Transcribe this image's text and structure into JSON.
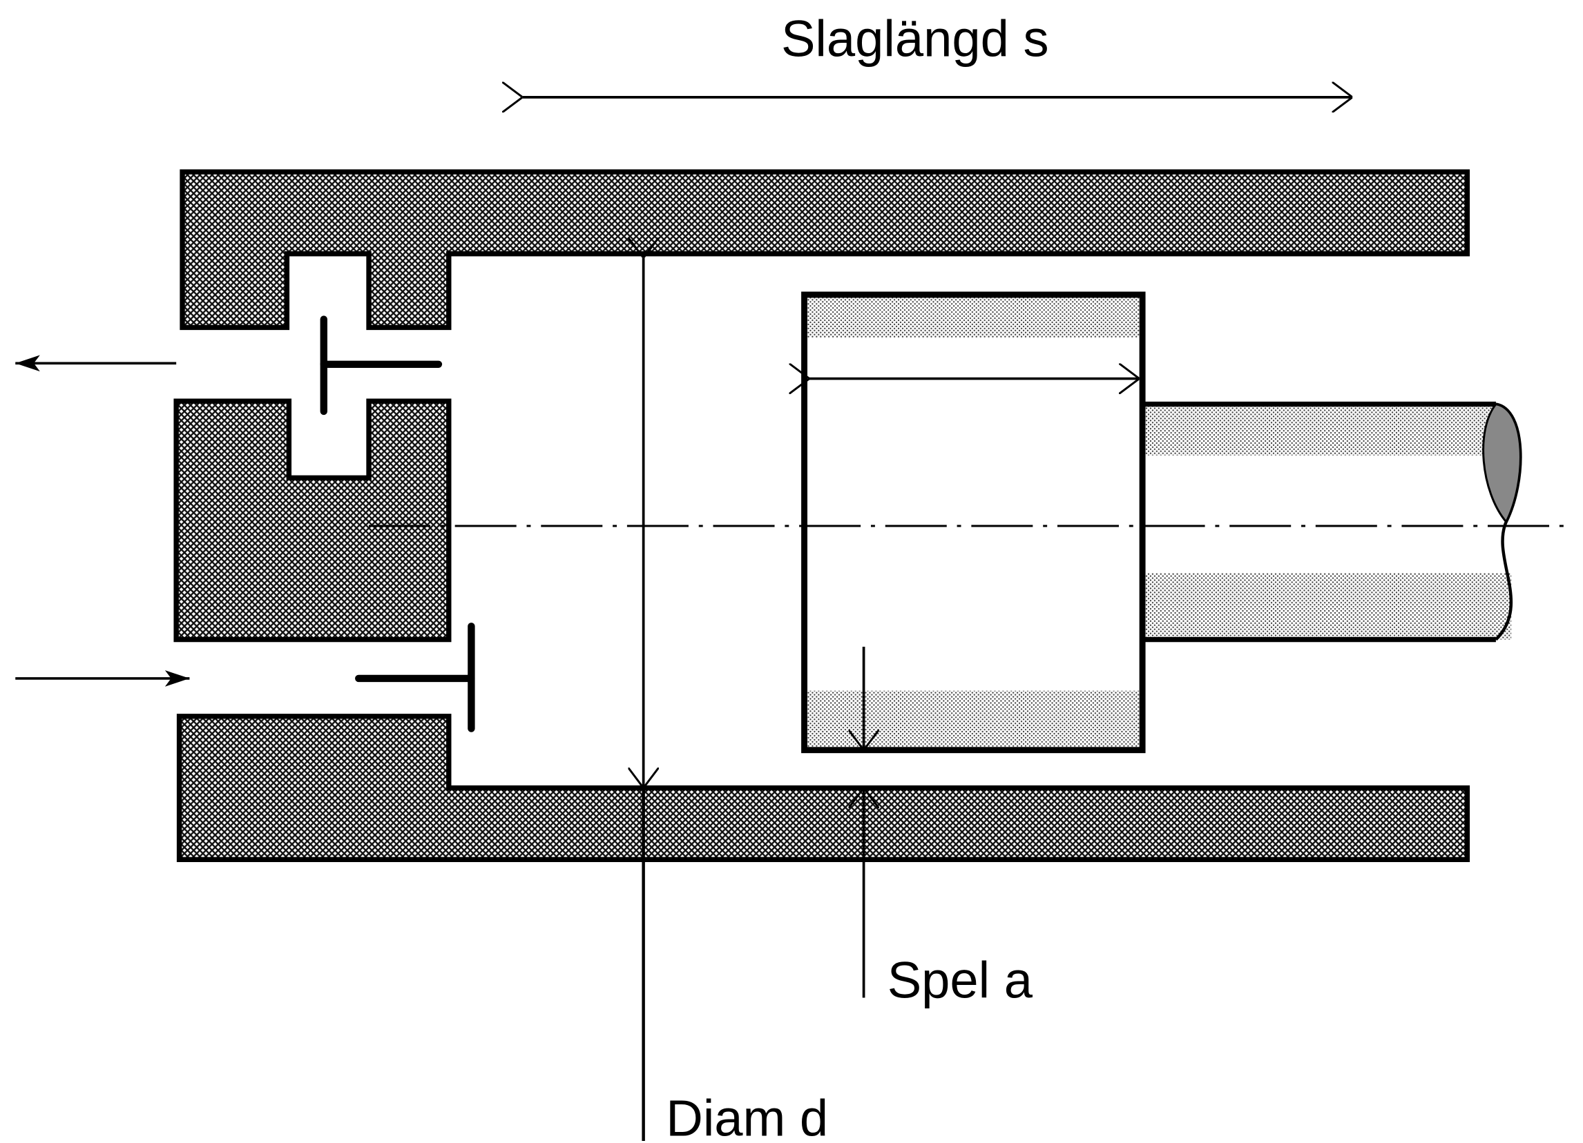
{
  "diagram": {
    "labels": {
      "stroke": "Slaglängd s",
      "clearance": "Spel a",
      "diameter": "Diam d"
    },
    "colors": {
      "ink": "#000000",
      "background": "#ffffff",
      "hatch": "#1a1a1a",
      "stipple": "#555555"
    }
  }
}
